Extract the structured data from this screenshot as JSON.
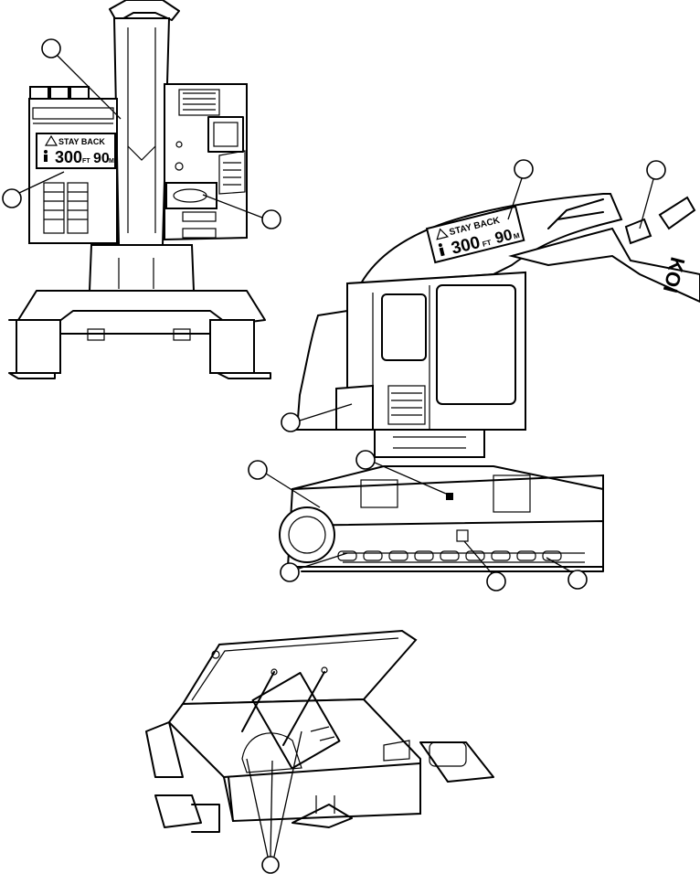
{
  "decal_front": {
    "caption": "STAY BACK",
    "distance_ft": "300",
    "unit_ft": "FT",
    "distance_m": "90",
    "unit_m": "M"
  },
  "decal_side": {
    "caption": "STAY BACK",
    "distance_ft": "300",
    "unit_ft": "FT",
    "distance_m": "90",
    "unit_m": "M"
  },
  "brand_text": "KOI",
  "colors": {
    "line": "#000000",
    "background": "#ffffff"
  },
  "icons": [
    "warning-triangle-icon",
    "person-icon"
  ]
}
